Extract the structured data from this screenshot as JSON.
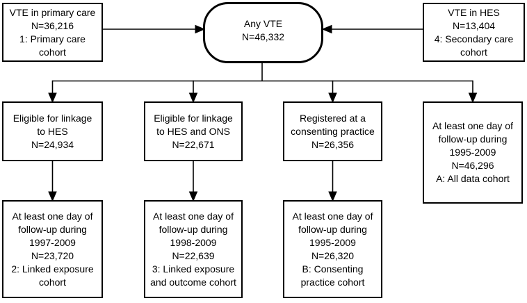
{
  "colors": {
    "border": "#000000",
    "background": "#ffffff",
    "text": "#000000",
    "node_fill": "#ffffff"
  },
  "nodes": {
    "primary_care": {
      "shape": "rectangle",
      "lines": [
        "VTE in primary care",
        "N=36,216",
        "1: Primary care",
        "cohort"
      ]
    },
    "any_vte": {
      "shape": "rounded",
      "lines": [
        "Any VTE",
        "N=46,332"
      ]
    },
    "vte_hes": {
      "shape": "rectangle",
      "lines": [
        "VTE in HES",
        "N=13,404",
        "4: Secondary care",
        "cohort"
      ]
    },
    "eligible_hes": {
      "shape": "rectangle",
      "lines": [
        "Eligible for linkage",
        "to HES",
        "N=24,934"
      ]
    },
    "eligible_hes_ons": {
      "shape": "rectangle",
      "lines": [
        "Eligible for linkage",
        "to HES and ONS",
        "N=22,671"
      ]
    },
    "registered_practice": {
      "shape": "rectangle",
      "lines": [
        "Registered at a",
        "consenting practice",
        "N=26,356"
      ]
    },
    "all_data": {
      "shape": "rectangle",
      "lines": [
        "At least one day of",
        "follow-up during",
        "1995-2009",
        "N=46,296",
        "A: All data cohort"
      ]
    },
    "linked_exposure": {
      "shape": "rectangle",
      "lines": [
        "At least one day of",
        "follow-up during",
        "1997-2009",
        "N=23,720",
        "2: Linked exposure",
        "cohort"
      ]
    },
    "linked_exposure_outcome": {
      "shape": "rectangle",
      "lines": [
        "At least one day of",
        "follow-up during",
        "1998-2009",
        "N=22,639",
        "3: Linked exposure",
        "and outcome cohort"
      ]
    },
    "consenting_practice": {
      "shape": "rectangle",
      "lines": [
        "At least one day of",
        "follow-up during",
        "1995-2009",
        "N=26,320",
        "B: Consenting",
        "practice cohort"
      ]
    }
  }
}
